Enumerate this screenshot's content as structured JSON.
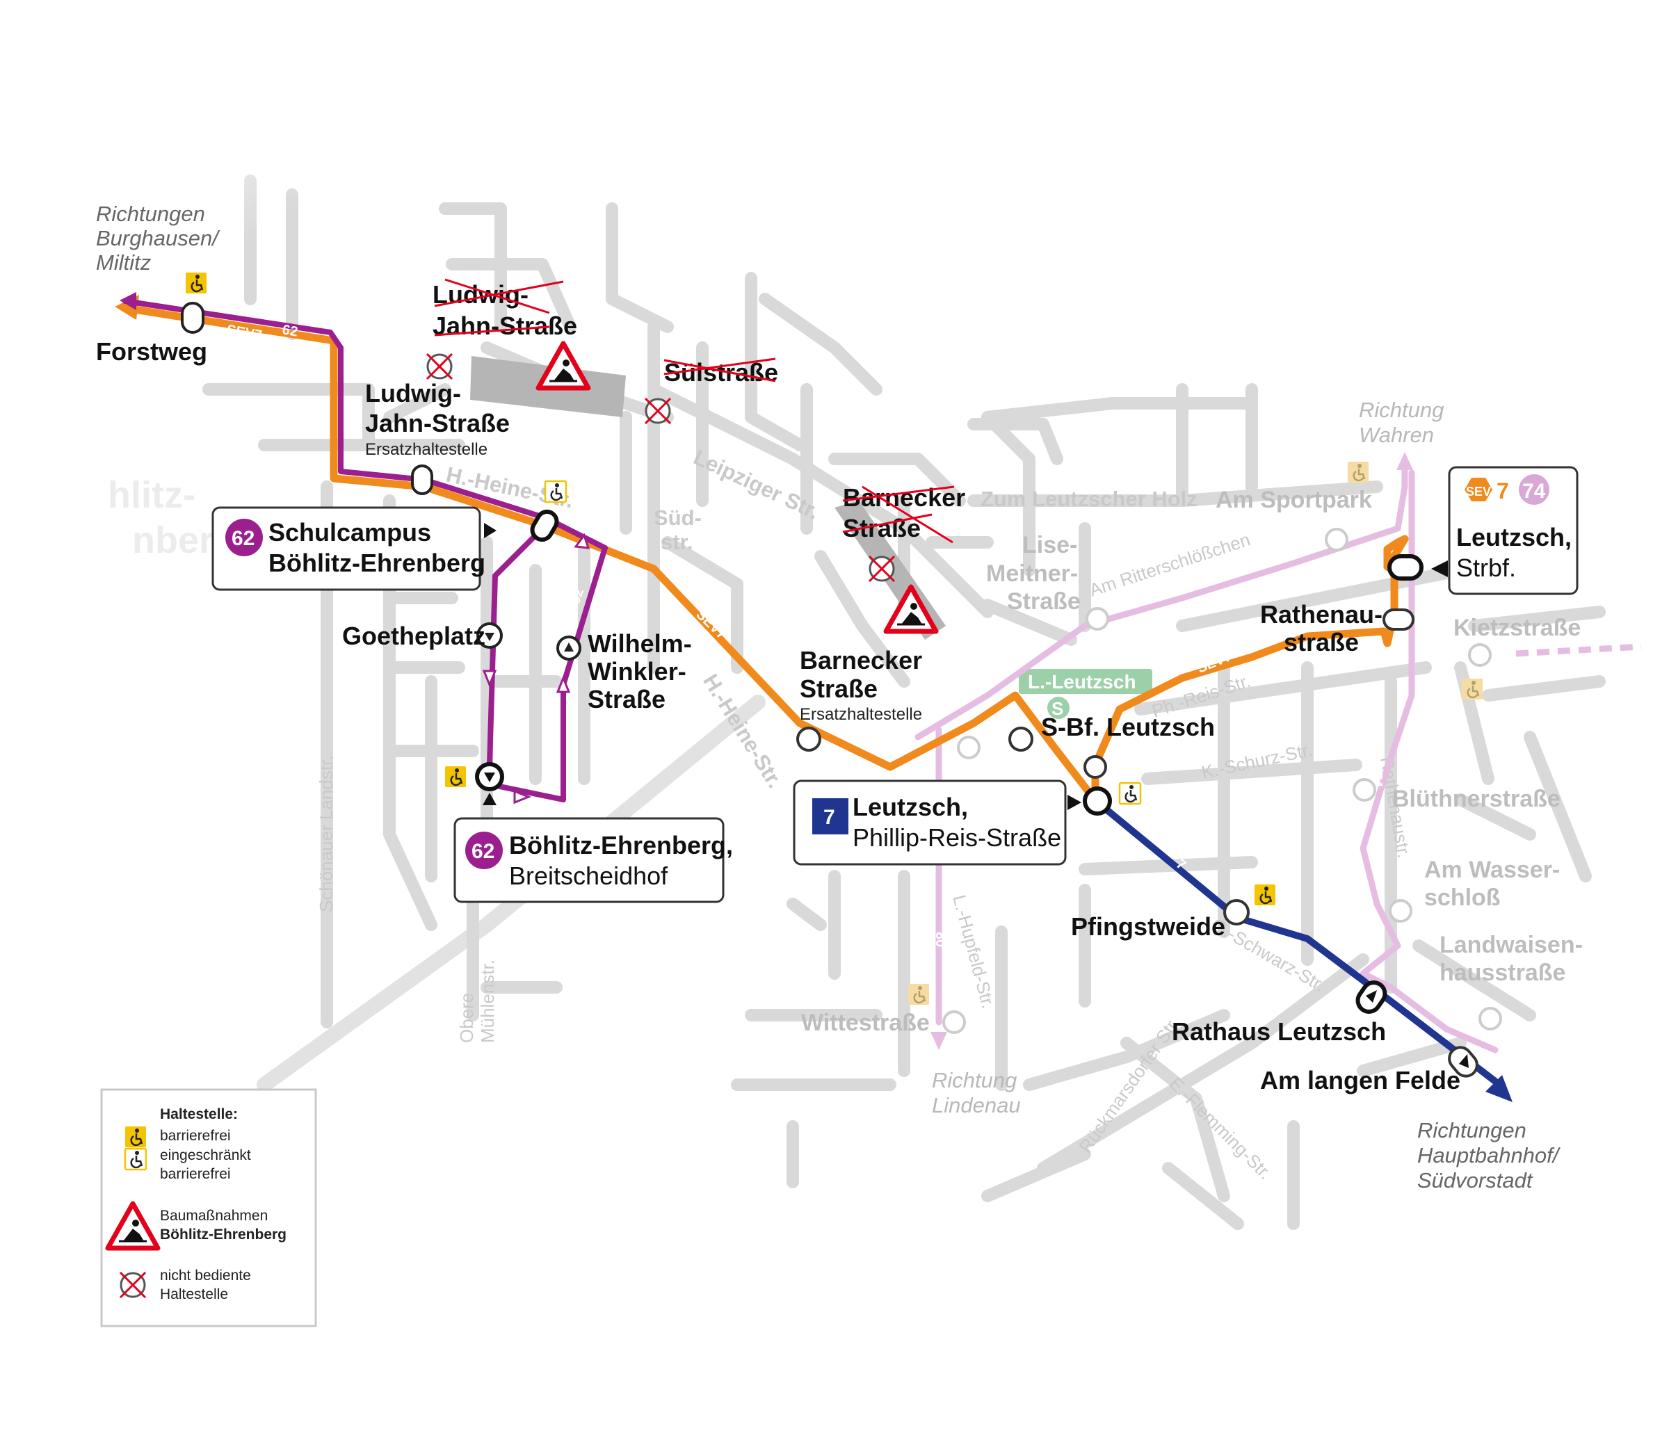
{
  "colors": {
    "sev_orange": "#f08a1c",
    "line62_purple": "#9b1f8e",
    "line7_blue": "#1f3590",
    "line74_pink": "#d9a8d6",
    "street_gray": "#d6d6d6",
    "construction_red": "#e3001b",
    "wheelchair_yellow": "#f5c400",
    "sbahn_green": "#7fbf8f"
  },
  "directions": {
    "northwest": [
      "Richtungen",
      "Burghausen/",
      "Miltitz"
    ],
    "north": [
      "Richtung",
      "Wahren"
    ],
    "south": [
      "Richtung",
      "Lindenau"
    ],
    "southeast": [
      "Richtungen",
      "Hauptbahnhof/",
      "Südvorstadt"
    ]
  },
  "stops": {
    "forstweg": "Forstweg",
    "ljs_closed": [
      "Ludwig-",
      "Jahn-Straße"
    ],
    "ljs_replacement": [
      "Ludwig-",
      "Jahn-Straße"
    ],
    "ersatz1": "Ersatzhaltestelle",
    "suelstrasse_closed": "Sülstraße",
    "barnecker_closed": [
      "Barnecker",
      "Straße"
    ],
    "barnecker_replacement": [
      "Barnecker",
      "Straße"
    ],
    "ersatz2": "Ersatzhaltestelle",
    "goetheplatz": "Goetheplatz",
    "wilhelm_winkler": [
      "Wilhelm-",
      "Winkler-",
      "Straße"
    ],
    "sbf_leutzsch": "S-Bf. Leutzsch",
    "rathenaustrasse": [
      "Rathenau-",
      "straße"
    ],
    "pfingstweide": "Pfingstweide",
    "rathaus_leutzsch": "Rathaus Leutzsch",
    "am_langen_felde": "Am langen Felde"
  },
  "muted_stops": {
    "am_sportpark": "Am Sportpark",
    "lise_meitner": [
      "Lise-",
      "Meitner-",
      "Straße"
    ],
    "kietzstrasse": "Kietzstraße",
    "bluethnerstrasse": "Blüthnerstraße",
    "am_wasserschloss": [
      "Am Wasser-",
      "schloß"
    ],
    "landwaisenhaus": [
      "Landwaisen-",
      "hausstraße"
    ],
    "wittestrasse": "Wittestraße"
  },
  "streets": {
    "leipziger": "Leipziger Str.",
    "zum_leutzscher_holz": "Zum Leutzscher Holz",
    "am_ritterschloesschen": "Am Ritterschlößchen",
    "sued_str": [
      "Süd-",
      "str."
    ],
    "h_heine_top": "H.-Heine-Str.",
    "h_heine_diag": "H.-Heine-Str.",
    "schoenauer": "Schönauer Landstr.",
    "obere_muehlen": [
      "Obere",
      "Mühlenstr."
    ],
    "ph_reis": "Ph.-Reis-Str.",
    "k_schurz": "K.-Schurz-Str.",
    "rathenaustr": "Rathenaustr.",
    "g_schwarz": "G.-Schwarz-Str.",
    "l_hupfeld": "L.-Hupfeld-Str.",
    "rueckmarsdorfer": "Rückmarsdorfer Str.",
    "e_flemming": "E.-Flemming-Str.",
    "boehlitz_bg": [
      "hlitz-",
      "nberg"
    ],
    "l_leutzsch": "L.-Leutzsch"
  },
  "route_labels": {
    "sev7": "SEV7",
    "line62": "62",
    "line74": "74",
    "line80": "80",
    "line7": "7"
  },
  "callouts": {
    "schulcampus": {
      "line": "62",
      "lines": [
        "Schulcampus",
        "Böhlitz-Ehrenberg"
      ]
    },
    "breitscheidhof": {
      "line": "62",
      "bold": "Böhlitz-Ehrenberg,",
      "reg": "Breitscheidhof"
    },
    "phillip_reis": {
      "line": "7",
      "bold": "Leutzsch,",
      "reg": "Phillip-Reis-Straße"
    },
    "strbf": {
      "sev": "SEV",
      "line": "7",
      "line2": "74",
      "bold": "Leutzsch,",
      "reg": "Strbf."
    }
  },
  "legend": {
    "title": "Haltestelle:",
    "barrierefrei": "barrierefrei",
    "eingeschraenkt": [
      "eingeschränkt",
      "barrierefrei"
    ],
    "baumassnahmen": [
      "Baumaßnahmen",
      "Böhlitz-Ehrenberg"
    ],
    "nicht_bediente": [
      "nicht bediente",
      "Haltestelle"
    ]
  }
}
